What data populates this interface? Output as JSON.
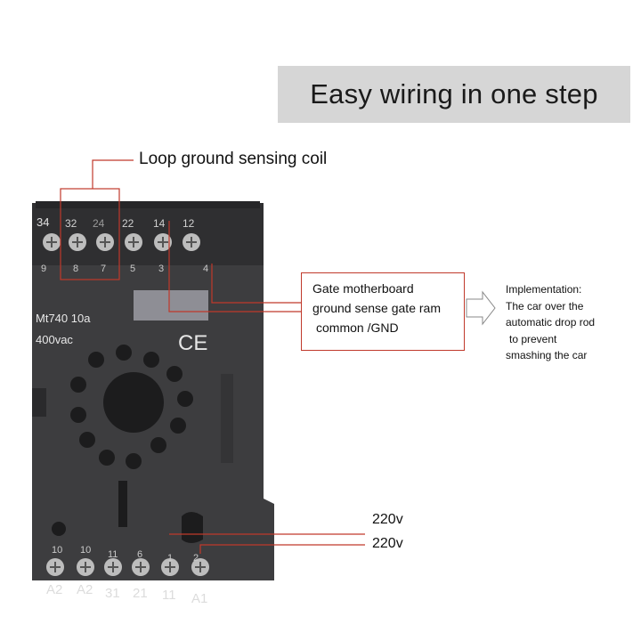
{
  "title": "Easy wiring in one step",
  "coil_label": "Loop ground sensing coil",
  "callout": {
    "line1": "Gate motherboard",
    "line2": "ground sense gate ram",
    "line3": "common /GND"
  },
  "implementation": {
    "line1": "Implementation:",
    "line2": "The car over the",
    "line3": "automatic drop rod",
    "line4": "to prevent",
    "line5": "smashing the car"
  },
  "power_labels": [
    "220v",
    "220v"
  ],
  "relay": {
    "model": "Mt740 10a",
    "voltage": "400vac",
    "ce_mark": "CE",
    "top_terminals": [
      "34",
      "32",
      "24",
      "22",
      "14",
      "12"
    ],
    "top_pins": [
      "9",
      "8",
      "7",
      "5",
      "3",
      "4"
    ],
    "bottom_pin_numbers": [
      "10",
      "10",
      "11",
      "6",
      "1",
      "2"
    ],
    "bottom_labels": [
      "A2",
      "A2",
      "31",
      "21",
      "11",
      "A1"
    ]
  },
  "colors": {
    "accent_line": "#c0392b",
    "relay_body": "#3d3d3f",
    "title_bg": "#d6d6d6"
  }
}
